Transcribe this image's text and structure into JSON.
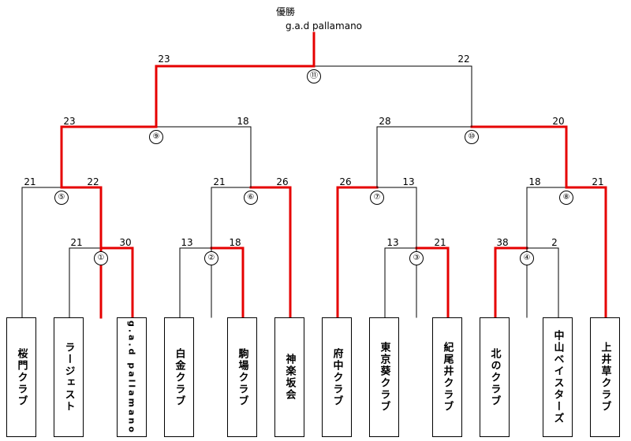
{
  "champion_label": "優勝",
  "champion_name": "g.a.d pallamano",
  "teams": [
    "桜門クラブ",
    "ラージェスト",
    "g.a.d pallamano",
    "白金クラブ",
    "駒場クラブ",
    "神楽坂会",
    "府中クラブ",
    "東京葵クラブ",
    "紀尾井クラブ",
    "北のクラブ",
    "中山ベイスターズ",
    "上井草クラブ"
  ],
  "matches": [
    {
      "id": "①",
      "left_score": "21",
      "right_score": "30"
    },
    {
      "id": "②",
      "left_score": "13",
      "right_score": "18"
    },
    {
      "id": "③",
      "left_score": "13",
      "right_score": "21"
    },
    {
      "id": "④",
      "left_score": "38",
      "right_score": "2"
    },
    {
      "id": "⑤",
      "left_score": "21",
      "right_score": "22"
    },
    {
      "id": "⑥",
      "left_score": "21",
      "right_score": "26"
    },
    {
      "id": "⑦",
      "left_score": "26",
      "right_score": "13"
    },
    {
      "id": "⑧",
      "left_score": "18",
      "right_score": "21"
    },
    {
      "id": "⑨",
      "left_score": "23",
      "right_score": "18"
    },
    {
      "id": "⑩",
      "left_score": "28",
      "right_score": "20"
    },
    {
      "id": "⑪",
      "left_score": "23",
      "right_score": "22"
    }
  ],
  "colors": {
    "winner_line": "#e60000",
    "line": "#000000"
  }
}
